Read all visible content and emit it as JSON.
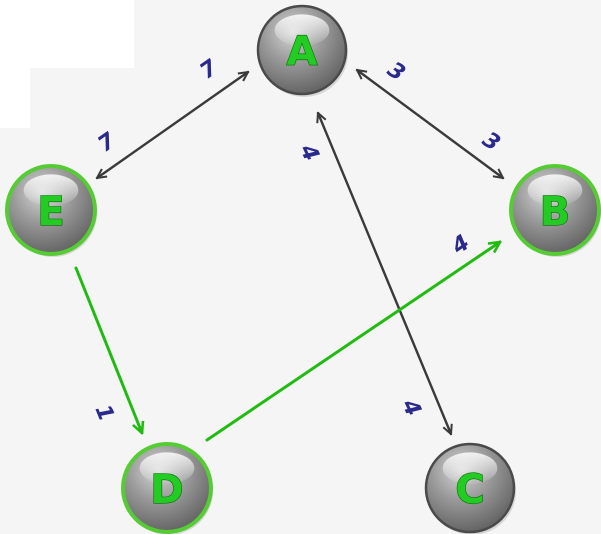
{
  "graph": {
    "colors": {
      "background": "#f5f5f5",
      "node_fill": "#8a8a8a",
      "node_border_plain": "#4a4a4a",
      "node_border_highlight": "#55cc33",
      "node_text": "#22cc22",
      "edge_plain": "#3a3a3a",
      "edge_highlight": "#22bb11",
      "weight_text": "#2a2a8c"
    },
    "nodes": [
      {
        "id": "A",
        "label": "A",
        "highlighted": false
      },
      {
        "id": "B",
        "label": "B",
        "highlighted": true
      },
      {
        "id": "C",
        "label": "C",
        "highlighted": false
      },
      {
        "id": "D",
        "label": "D",
        "highlighted": true
      },
      {
        "id": "E",
        "label": "E",
        "highlighted": true
      }
    ],
    "edges": [
      {
        "id": "A-E",
        "from": "A",
        "to": "E",
        "bidirectional": true,
        "highlighted": false,
        "weight_near_from": "7",
        "weight_near_to": "7"
      },
      {
        "id": "A-B",
        "from": "A",
        "to": "B",
        "bidirectional": true,
        "highlighted": false,
        "weight_near_from": "3",
        "weight_near_to": "3"
      },
      {
        "id": "A-C",
        "from": "A",
        "to": "C",
        "bidirectional": true,
        "highlighted": false,
        "weight_near_from": "4",
        "weight_near_to": "4"
      },
      {
        "id": "E-D",
        "from": "E",
        "to": "D",
        "bidirectional": false,
        "highlighted": true,
        "weight_near_to": "1"
      },
      {
        "id": "D-B",
        "from": "D",
        "to": "B",
        "bidirectional": false,
        "highlighted": true,
        "weight_near_to": "4"
      }
    ]
  }
}
